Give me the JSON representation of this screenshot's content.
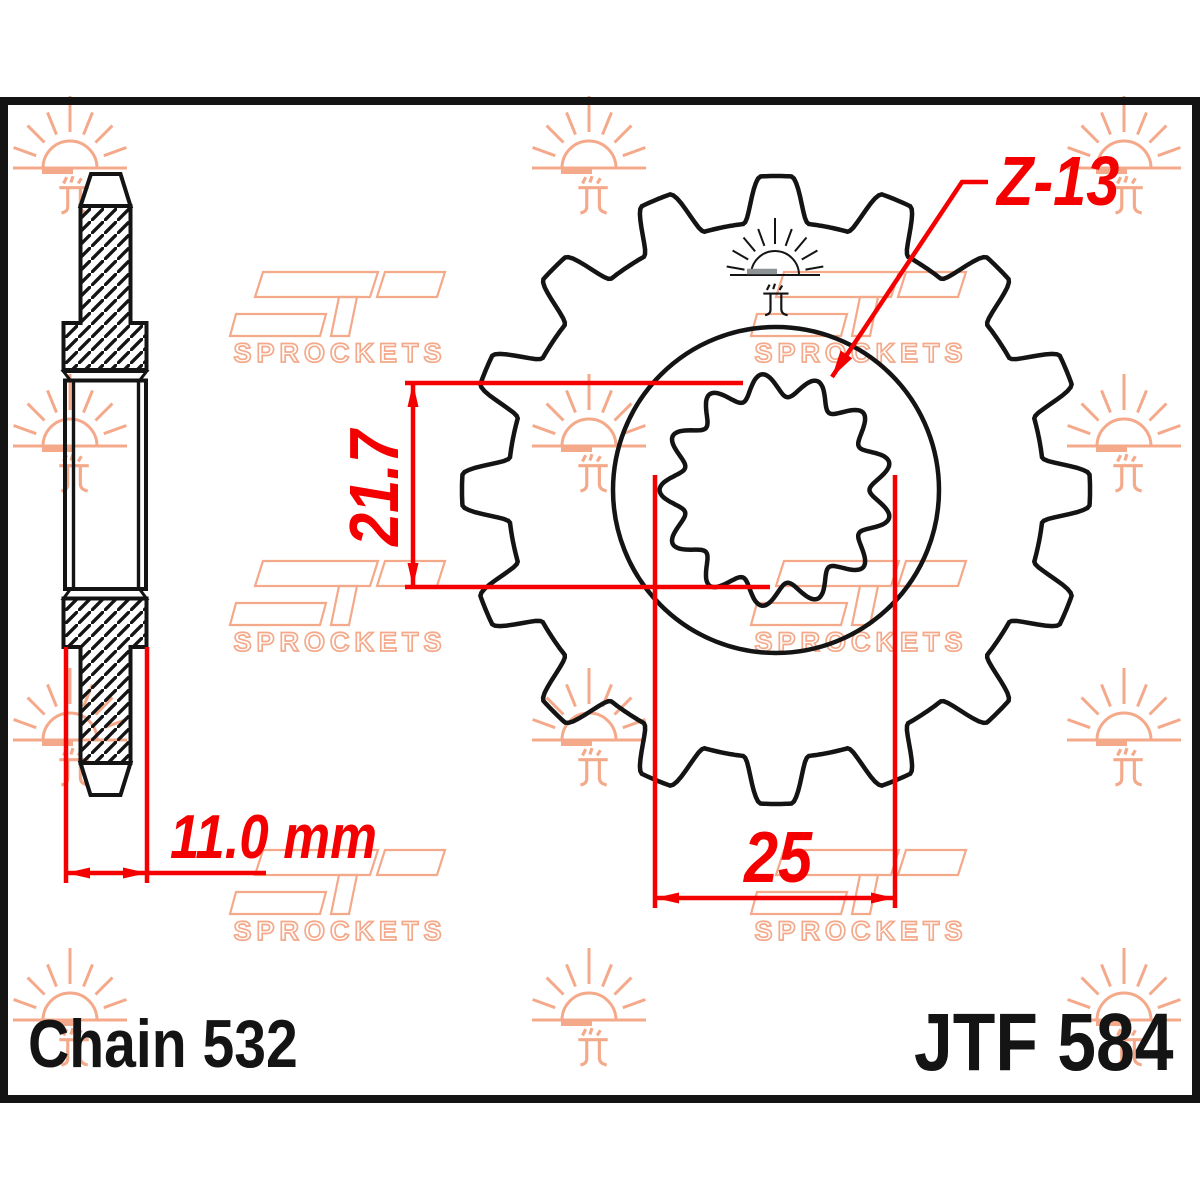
{
  "title": "JT Sprockets front sprocket technical drawing",
  "labels": {
    "chain": "Chain 532",
    "part_number": "JTF 584"
  },
  "dimensions": {
    "teeth_callout": "Z-13",
    "spline_height_mm": "21.7",
    "bore_width_mm": "25",
    "hub_width_mm": "11.0 mm"
  },
  "views": {
    "left": "side cross-section of sprocket hub (hatched)",
    "right": "front view of sprocket with 16 drawn teeth and 13-lobe splined bore"
  },
  "watermark": {
    "brand": "JT",
    "subtext": "SPROCKETS",
    "icons": [
      "sunrise-icon",
      "jt-monogram-icon"
    ]
  },
  "colors": {
    "dimension_red": "#f40000",
    "line_black": "#141414",
    "watermark_salmon": "#f4a98a",
    "stamp_gray": "#8d9394",
    "background": "#ffffff"
  }
}
